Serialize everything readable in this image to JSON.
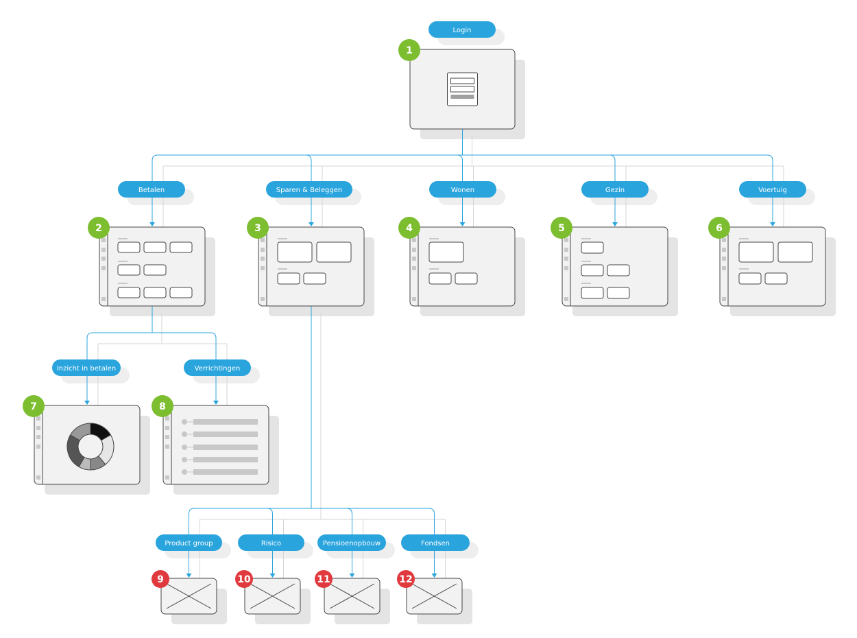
{
  "colors": {
    "connector": "#2aa4dd",
    "connector_faint": "#d6d6d6",
    "label_bg": "#2aa4dd",
    "label_text": "#ffffff",
    "label_shadow": "#eeeeee",
    "screen_fill": "#f2f2f2",
    "screen_stroke": "#444444",
    "screen_shadow": "#e4e4e4",
    "badge_green": "#7dbe31",
    "badge_red": "#e0393e",
    "placeholder_gray": "#c8c8c8",
    "field_fill": "#ffffff"
  },
  "nodes": [
    {
      "id": "1",
      "label": "Login",
      "badge_color": "green",
      "screen": "login-form"
    },
    {
      "id": "2",
      "label": "Betalen",
      "badge_color": "green",
      "screen": "grid-3-2-3"
    },
    {
      "id": "3",
      "label": "Sparen & Beleggen",
      "badge_color": "green",
      "screen": "cards-2-2"
    },
    {
      "id": "4",
      "label": "Wonen",
      "badge_color": "green",
      "screen": "cards-1-2"
    },
    {
      "id": "5",
      "label": "Gezin",
      "badge_color": "green",
      "screen": "grid-1-2-2"
    },
    {
      "id": "6",
      "label": "Voertuig",
      "badge_color": "green",
      "screen": "cards-2-2"
    },
    {
      "id": "7",
      "label": "Inzicht in betalen",
      "badge_color": "green",
      "screen": "donut"
    },
    {
      "id": "8",
      "label": "Verrichtingen",
      "badge_color": "green",
      "screen": "list"
    },
    {
      "id": "9",
      "label": "Product group",
      "badge_color": "red",
      "screen": "empty"
    },
    {
      "id": "10",
      "label": "Risico",
      "badge_color": "red",
      "screen": "empty"
    },
    {
      "id": "11",
      "label": "Pensioenopbouw",
      "badge_color": "red",
      "screen": "empty"
    },
    {
      "id": "12",
      "label": "Fondsen",
      "badge_color": "red",
      "screen": "empty"
    }
  ],
  "edges": [
    [
      "1",
      "2"
    ],
    [
      "1",
      "3"
    ],
    [
      "1",
      "4"
    ],
    [
      "1",
      "5"
    ],
    [
      "1",
      "6"
    ],
    [
      "2",
      "7"
    ],
    [
      "2",
      "8"
    ],
    [
      "3",
      "9"
    ],
    [
      "3",
      "10"
    ],
    [
      "3",
      "11"
    ],
    [
      "3",
      "12"
    ]
  ]
}
